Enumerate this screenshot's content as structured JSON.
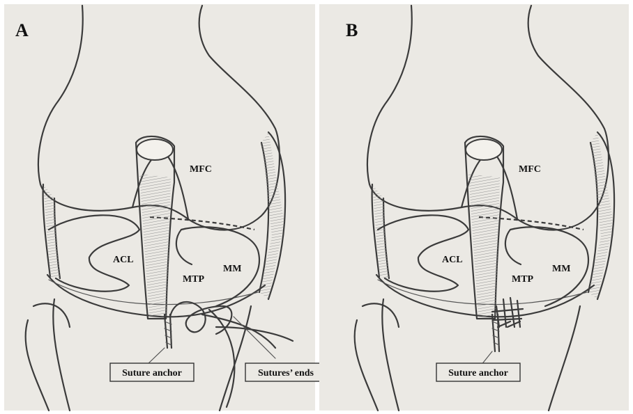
{
  "panels": [
    {
      "letter": "A",
      "labels": {
        "mfc": "MFC",
        "acl": "ACL",
        "mm": "MM",
        "mtp": "MTP"
      },
      "callouts": [
        "Suture anchor",
        "Sutures’ ends"
      ]
    },
    {
      "letter": "B",
      "labels": {
        "mfc": "MFC",
        "acl": "ACL",
        "mm": "MM",
        "mtp": "MTP"
      },
      "callouts": [
        "Suture anchor"
      ]
    }
  ]
}
